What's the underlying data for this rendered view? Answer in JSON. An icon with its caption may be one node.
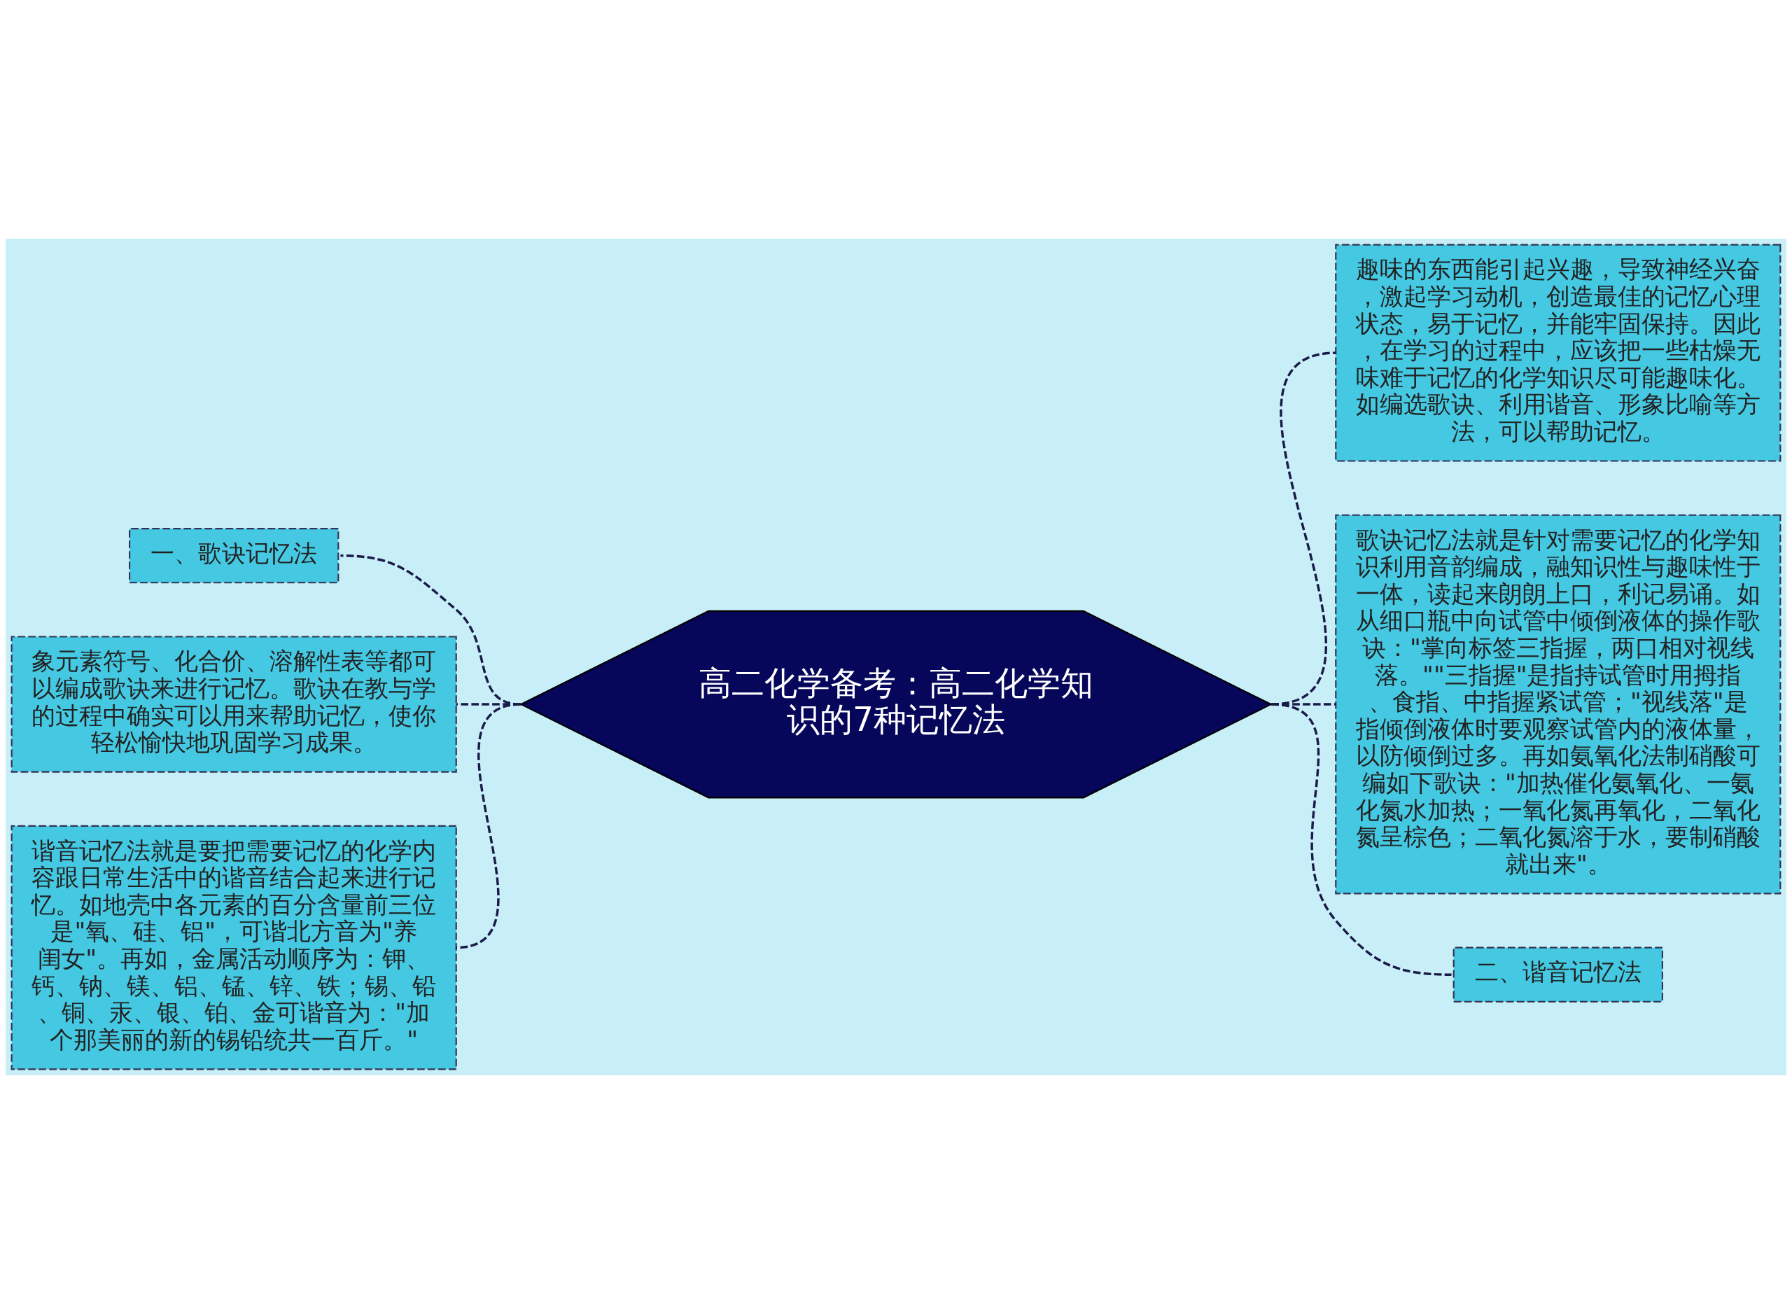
{
  "diagram": {
    "nodes": [
      {
        "text": [
          "高二化学备考：高二化学知识的7种记忆法"
        ]
      },
      {
        "text": [
          "一、歌诀记忆法"
        ]
      },
      {
        "text": [
          "象元素符号、化合价、溶解性表等都可以编成歌诀来进行记忆。歌诀在教与学的过程中确实可以用来帮助记忆，使你轻松愉快地巩固学习成果。"
        ]
      },
      {
        "text": [
          "谐音记忆法就是要把需要记忆的化学内容跟日常生活中的谐音结合起来进行记忆。如地壳中各元素的百分含量前三位是\"氧、硅、铝\"，可谐北方音为\"养闺女\"。再如，金属活动顺序为：钾、钙、钠、镁、铝、锰、锌、铁；锡、铅、铜、汞、银、铂、金可谐音为：\"加个那美丽的新的锡铅统共一百斤。\""
        ]
      },
      {
        "text": [
          "趣味的东西能引起兴趣，导致神经兴奋，激起学习动机，创造最佳的记忆心理状态，易于记忆，并能牢固保持。因此，在学习的过程中，应该把一些枯燥无味难于记忆的化学知识尽可能趣味化。如编选歌诀、利用谐音、形象比喻等方法，可以帮助记忆。"
        ]
      },
      {
        "text": [
          "歌诀记忆法就是针对需要记忆的化学知识利用音韵编成，融知识性与趣味性于一体，读起来朗朗上口，利记易诵。如从细口瓶中向试管中倾倒液体的操作歌诀：\"掌向标签三指握，两口相对视线落。\"\"三指握\"是指持试管时用拇指、食指、中指握紧试管；\"视线落\"是指倾倒液体时要观察试管内的液体量，以防倾倒过多。再如氨氧化法制硝酸可编如下歌诀：\"加热催化氨氧化、一氨化氮水加热；一氧化氮再氧化，二氧化氮呈棕色；二氧化氮溶于水，要制硝酸就出来\"。"
        ]
      },
      {
        "text": [
          "二、谐音记忆法"
        ]
      }
    ],
    "edges": [
      {
        "from": 0,
        "to": 1,
        "arrow": "none",
        "style": "dashed"
      },
      {
        "from": 0,
        "to": 2,
        "arrow": "none",
        "style": "dashed"
      },
      {
        "from": 0,
        "to": 3,
        "arrow": "none",
        "style": "dashed"
      },
      {
        "from": 0,
        "to": 4,
        "arrow": "none",
        "style": "dashed"
      },
      {
        "from": 0,
        "to": 5,
        "arrow": "none",
        "style": "dashed"
      },
      {
        "from": 0,
        "to": 6,
        "arrow": "none",
        "style": "dashed"
      }
    ]
  }
}
